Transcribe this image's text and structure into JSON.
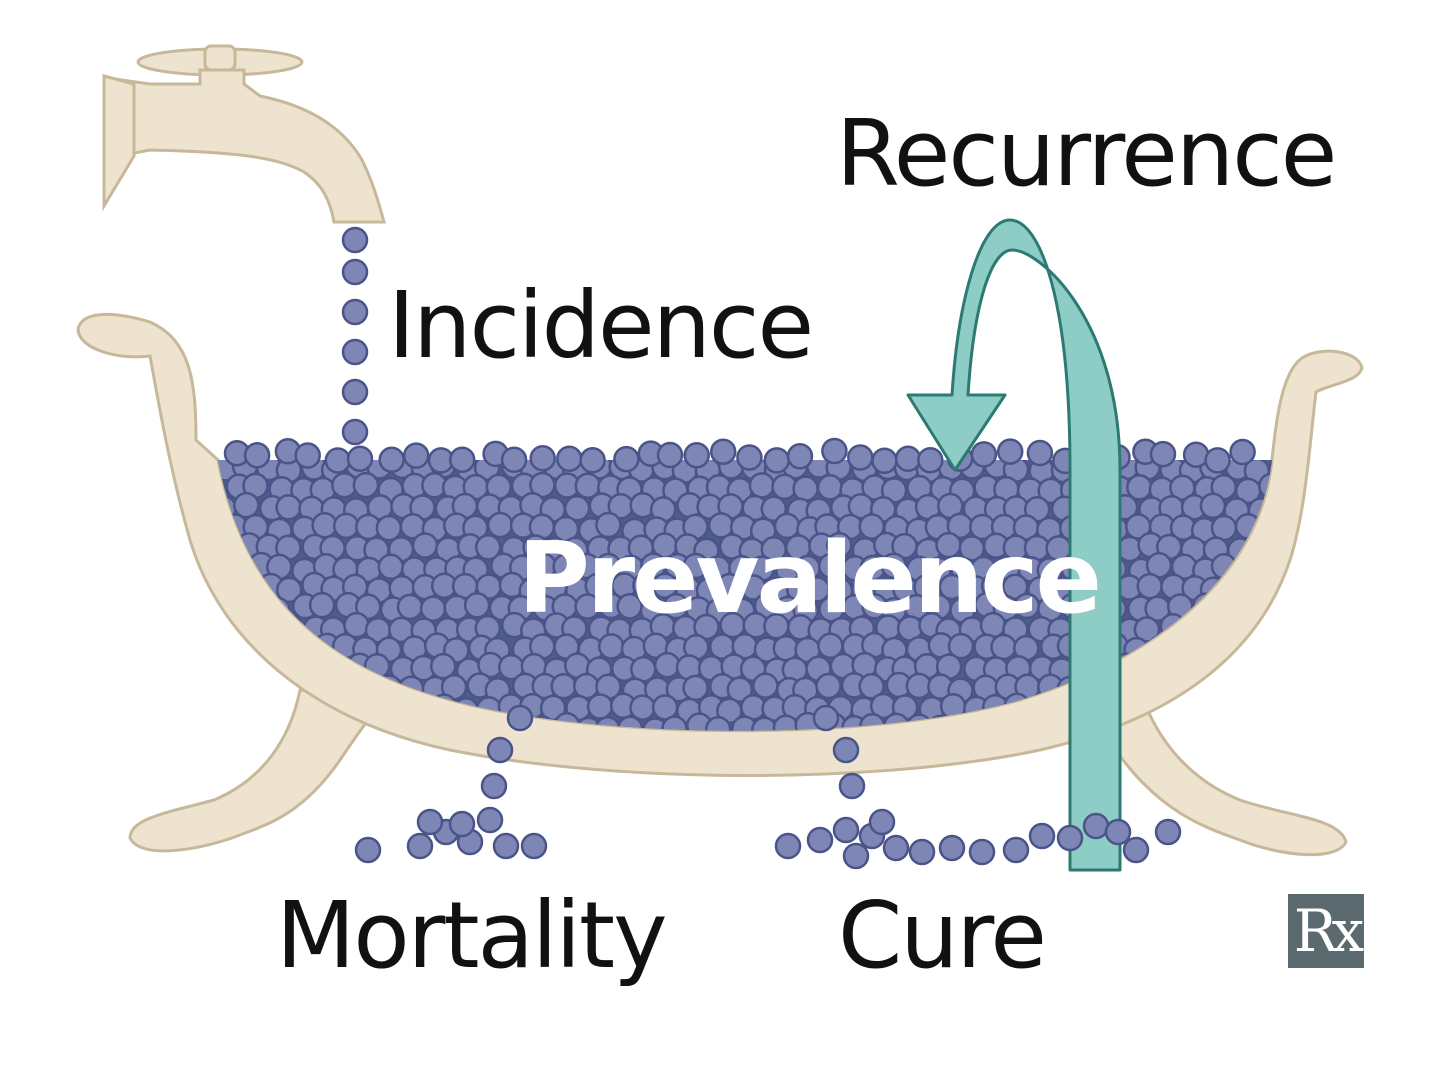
{
  "labels": {
    "recurrence": "Recurrence",
    "incidence": "Incidence",
    "prevalence": "Prevalence",
    "mortality": "Mortality",
    "cure": "Cure"
  },
  "badge": {
    "text": "Rx"
  },
  "colors": {
    "tub": "#ede3cf",
    "tub_outline": "#c8b89a",
    "particle": "#7e86b6",
    "particle_outline": "#4a5488",
    "water": "#4f5c8e",
    "arrow": "#8ecdc6",
    "arrow_outline": "#2c7a72",
    "badge": "#5a6a6e"
  }
}
